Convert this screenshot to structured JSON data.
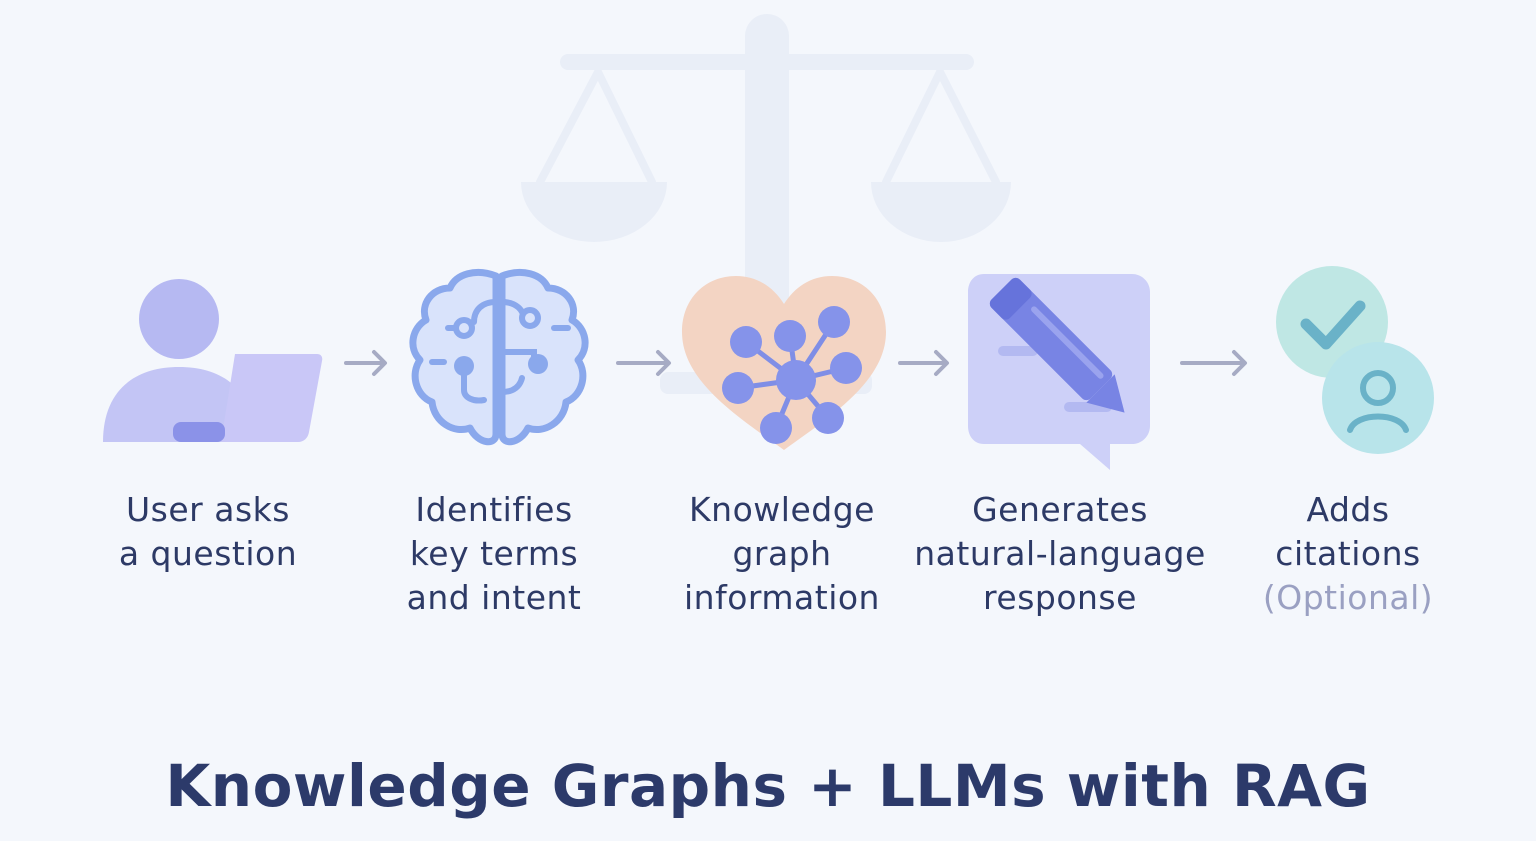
{
  "title": "Knowledge Graphs + LLMs with RAG",
  "steps": [
    {
      "icon": "user-laptop-icon",
      "lines": [
        "User asks",
        "a question"
      ]
    },
    {
      "icon": "brain-icon",
      "lines": [
        "Identifies",
        "key terms",
        "and intent"
      ]
    },
    {
      "icon": "heart-graph-icon",
      "lines": [
        "Knowledge",
        "graph",
        "information"
      ]
    },
    {
      "icon": "pencil-speech-bubble-icon",
      "lines": [
        "Generates",
        "natural-language",
        "response"
      ]
    },
    {
      "icon": "check-user-badges-icon",
      "lines": [
        "Adds",
        "citations"
      ],
      "note": "(Optional)"
    }
  ],
  "colors": {
    "text": "#2d3a66",
    "muted": "#9aa0c2",
    "accent": "#7f8ee6",
    "arrow": "#a6abc4"
  }
}
